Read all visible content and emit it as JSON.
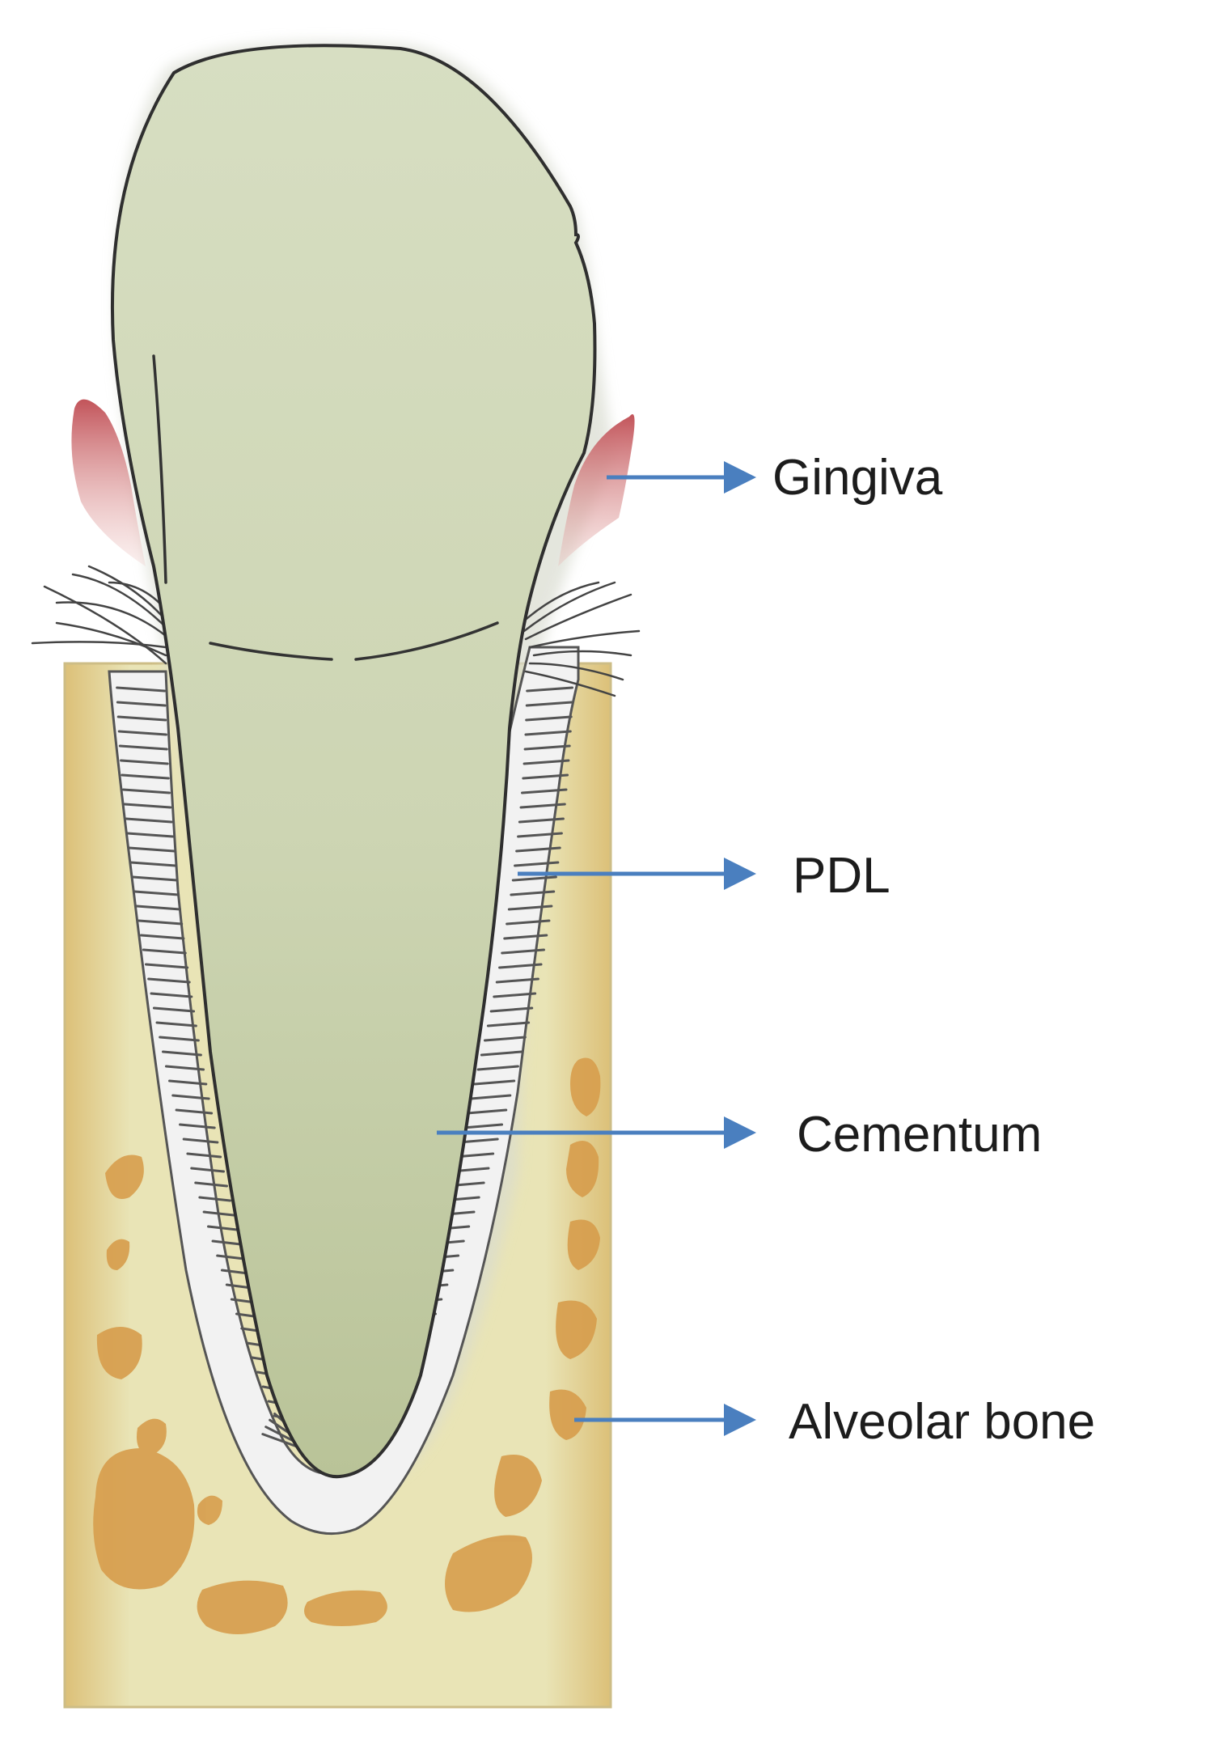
{
  "labels": {
    "gingiva": "Gingiva",
    "pdl": "PDL",
    "cementum": "Cementum",
    "alveolar_bone": "Alveolar bone"
  },
  "colors": {
    "tooth_fill": "#d5dcbf",
    "tooth_root_shade": "#bcc69e",
    "tooth_outline": "#2f2f2f",
    "gingiva": "#c85c5c",
    "bone_fill": "#e7e1b2",
    "bone_edge": "#dcc078",
    "trabecular_spaces": "#d79d4c",
    "pdl_fill": "#f2f2f2",
    "pdl_fiber": "#555555",
    "arrow": "#4a7fbf"
  }
}
